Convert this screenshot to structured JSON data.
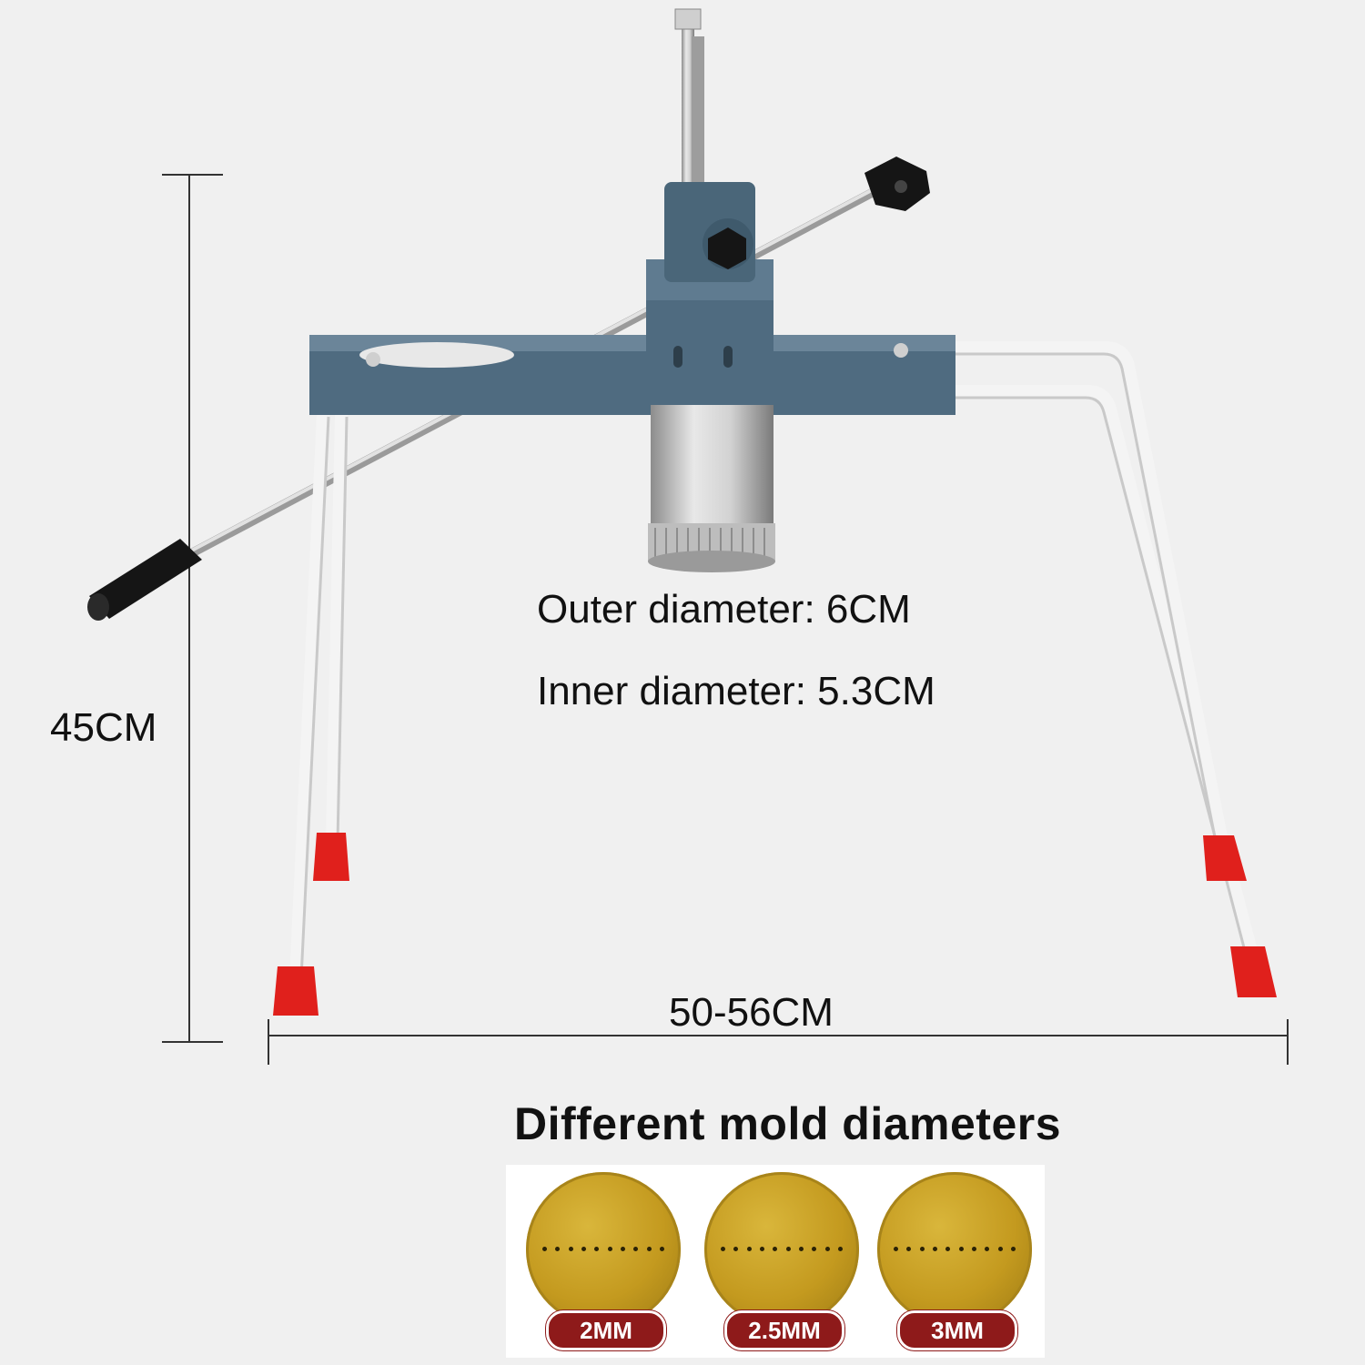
{
  "labels": {
    "outer_diameter": "Outer diameter: 6CM",
    "inner_diameter": "Inner diameter: 5.3CM",
    "height": "45CM",
    "width": "50-56CM",
    "section_title": "Different mold diameters"
  },
  "molds": [
    {
      "label": "2MM"
    },
    {
      "label": "2.5MM"
    },
    {
      "label": "3MM"
    }
  ],
  "colors": {
    "frame_blue": "#4f6b80",
    "leg_white": "#f4f4f4",
    "foot_red": "#e0201c",
    "steel": "#bdbdbd",
    "handle_black": "#151515",
    "disc_gold": "#c49a1f",
    "badge_red": "#8e1a1a"
  }
}
